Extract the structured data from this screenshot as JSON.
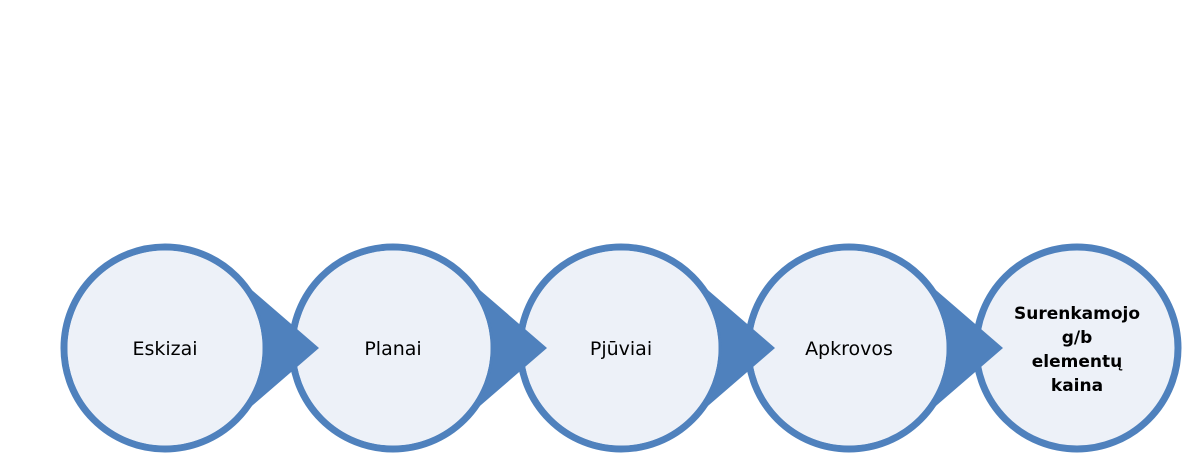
{
  "colors": {
    "ring": "#4f81bd",
    "fill": "#edf1f8",
    "text": "#000000"
  },
  "steps": [
    {
      "label": "Eskizai",
      "lines": [
        "Eskizai"
      ],
      "bold": false
    },
    {
      "label": "Planai",
      "lines": [
        "Planai"
      ],
      "bold": false
    },
    {
      "label": "Pjūviai",
      "lines": [
        "Pjūviai"
      ],
      "bold": false
    },
    {
      "label": "Apkrovos",
      "lines": [
        "Apkrovos"
      ],
      "bold": false
    },
    {
      "label": "Surenkamojo g/b elementų kaina",
      "lines": [
        "Surenkamojo",
        "g/b",
        "elementų",
        "kaina"
      ],
      "bold": true
    }
  ]
}
